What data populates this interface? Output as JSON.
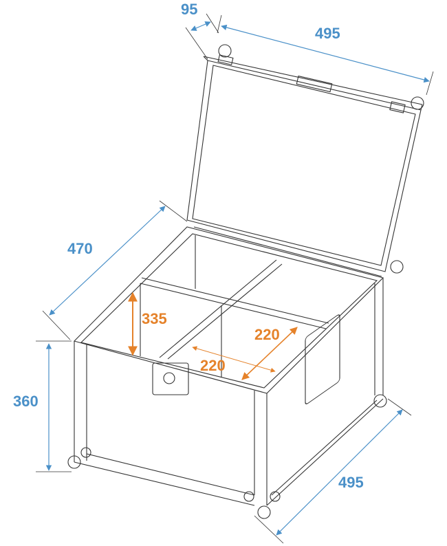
{
  "diagram": {
    "subject": "flight case with open lid and 4-compartment divider",
    "colors": {
      "outer_dimension": "#4a90c8",
      "inner_dimension": "#e5822a",
      "line_art": "#333333",
      "background": "#ffffff"
    },
    "outer_dimensions": {
      "lid_depth": "95",
      "lid_width": "495",
      "depth": "470",
      "height": "360",
      "width": "495"
    },
    "inner_dimensions": {
      "compartment_height": "335",
      "compartment_depth": "220",
      "compartment_width": "220"
    },
    "components": [
      "lid",
      "hinges",
      "lid-handle",
      "butterfly-latch",
      "side-handle",
      "ball-corners",
      "divider-cross"
    ]
  }
}
